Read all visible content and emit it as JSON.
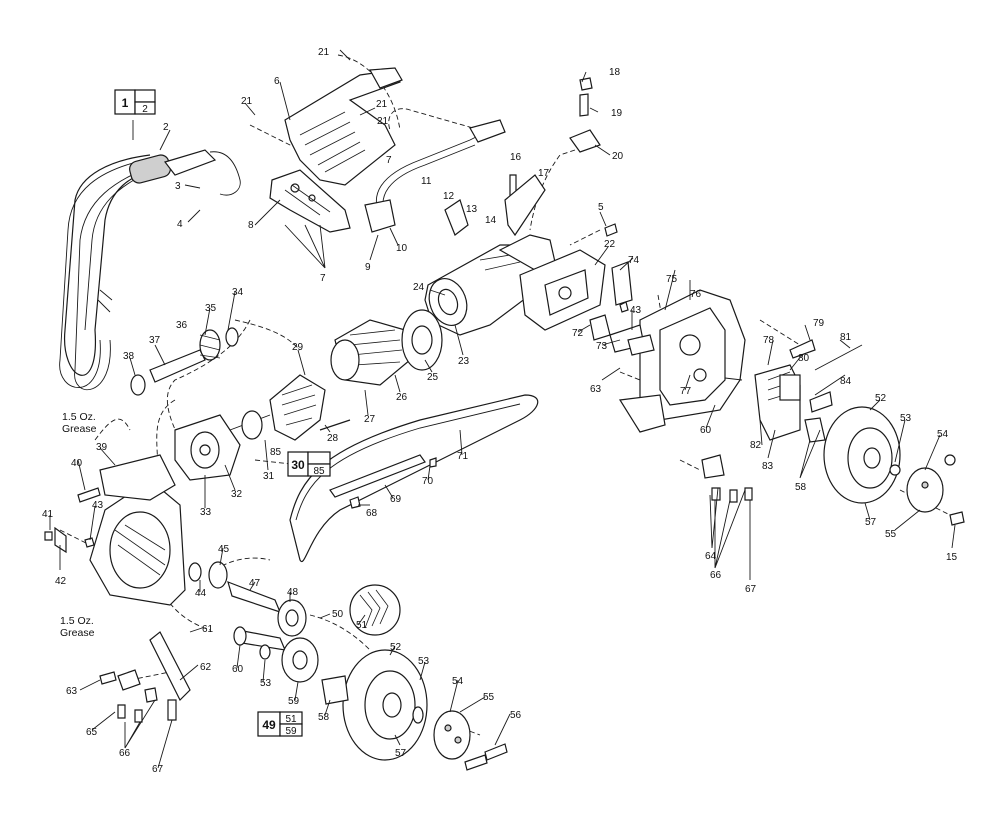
{
  "notes": {
    "grease_upper": "1.5 Oz.\nGrease",
    "grease_lower": "1.5 Oz.\nGrease"
  },
  "kit_boxes": [
    {
      "main": "1",
      "sub": "2"
    },
    {
      "main": "30",
      "sub": "85"
    },
    {
      "main": "49",
      "sub": "51\n59"
    }
  ],
  "callouts": [
    "2",
    "3",
    "4",
    "5",
    "6",
    "7",
    "7",
    "8",
    "9",
    "10",
    "11",
    "12",
    "13",
    "14",
    "15",
    "16",
    "17",
    "18",
    "19",
    "20",
    "21",
    "21",
    "21",
    "21",
    "22",
    "23",
    "24",
    "25",
    "26",
    "27",
    "28",
    "29",
    "31",
    "32",
    "33",
    "34",
    "35",
    "36",
    "37",
    "38",
    "39",
    "40",
    "41",
    "42",
    "43",
    "43",
    "44",
    "45",
    "47",
    "48",
    "50",
    "51",
    "52",
    "52",
    "53",
    "53",
    "53",
    "54",
    "54",
    "55",
    "55",
    "56",
    "57",
    "57",
    "58",
    "58",
    "59",
    "60",
    "60",
    "61",
    "62",
    "63",
    "63",
    "64",
    "65",
    "66",
    "66",
    "67",
    "67",
    "68",
    "69",
    "70",
    "71",
    "72",
    "73",
    "74",
    "75",
    "76",
    "77",
    "78",
    "79",
    "80",
    "81",
    "82",
    "83",
    "84",
    "85"
  ]
}
